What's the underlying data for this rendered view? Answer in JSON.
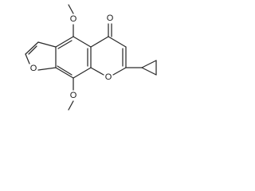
{
  "molecule": {
    "atoms": {
      "methoxy_top_o": "O",
      "methoxy_bottom_o": "O",
      "carbonyl_o": "O",
      "furan_o": "O",
      "pyran_o": "O"
    }
  },
  "colors": {
    "bond": "#2a2a2a",
    "label": "#1a1a1a",
    "background": "#ffffff"
  }
}
